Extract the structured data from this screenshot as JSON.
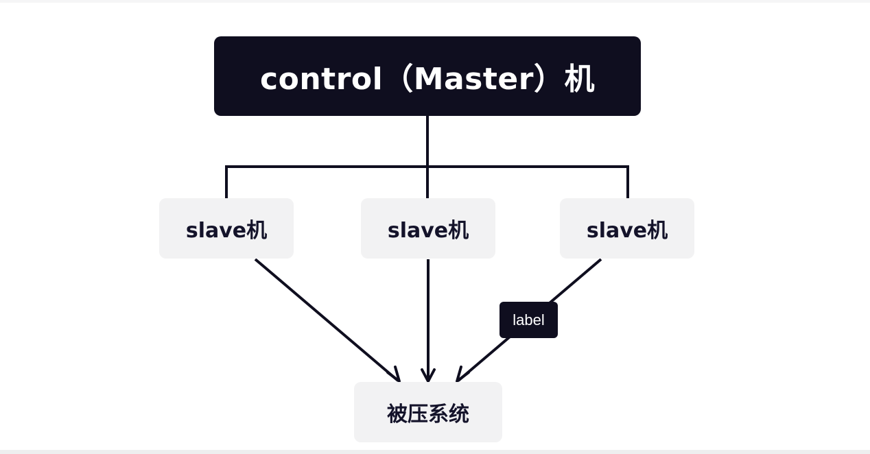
{
  "diagram": {
    "master": {
      "label": "control（Master）机"
    },
    "slaves": [
      {
        "label": "slave机"
      },
      {
        "label": "slave机"
      },
      {
        "label": "slave机"
      }
    ],
    "target": {
      "label": "被压系统"
    },
    "edge_label": "label"
  },
  "colors": {
    "dark": "#0f0e1f",
    "node_fill": "#f2f2f3",
    "text_dark": "#14132a",
    "text_light": "#ffffff"
  }
}
